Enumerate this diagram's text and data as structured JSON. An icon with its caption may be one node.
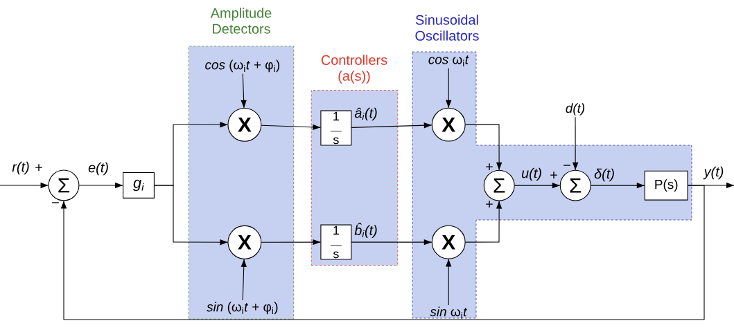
{
  "diagram": {
    "nodes": [
      {
        "text": [
          "Amplitude Detectors"
        ]
      },
      {
        "text": [
          "Controllers (a(s))"
        ]
      },
      {
        "text": [
          "Sinusoidal Oscillators"
        ]
      },
      {
        "text": [
          "Σ"
        ]
      },
      {
        "text": [
          "g$_{i}$"
        ]
      },
      {
        "text": [
          "X"
        ],
        "in": 0
      },
      {
        "text": [
          "X"
        ],
        "in": 0
      },
      {
        "text": [
          "*cos* (ω$_{i}$*t* + φ$_{i}$)"
        ],
        "in": 0
      },
      {
        "text": [
          "*sin* (ω$_{i}$*t* + φ$_{i}$)"
        ],
        "in": 0
      },
      {
        "text": [
          "1",
          "s"
        ],
        "in": 1
      },
      {
        "text": [
          "1",
          "s"
        ],
        "in": 1
      },
      {
        "text": [
          "X"
        ],
        "in": 2
      },
      {
        "text": [
          "X"
        ],
        "in": 2
      },
      {
        "text": [
          "*cos* ω$_{i}$*t*"
        ],
        "in": 2
      },
      {
        "text": [
          "*sin* ω$_{i}$*t*"
        ],
        "in": 2
      },
      {
        "text": [
          "Σ"
        ],
        "in": 2
      },
      {
        "text": [
          "Σ"
        ],
        "in": 2
      },
      {
        "text": [
          "P(s)"
        ],
        "in": 2
      },
      {
        "text": [
          "d(t)"
        ]
      }
    ],
    "edges": [
      {
        "from": null,
        "to": 3,
        "arrow": "to",
        "label": "r(t)"
      },
      {
        "from": 3,
        "to": 4,
        "arrow": "to",
        "label": "e(t)"
      },
      {
        "from": 4,
        "to": 5,
        "arrow": "to"
      },
      {
        "from": 4,
        "to": 6,
        "arrow": "to"
      },
      {
        "from": 7,
        "to": 5,
        "arrow": "to"
      },
      {
        "from": 8,
        "to": 6,
        "arrow": "to"
      },
      {
        "from": 5,
        "to": 9,
        "arrow": "to"
      },
      {
        "from": 6,
        "to": 10,
        "arrow": "to"
      },
      {
        "from": 9,
        "to": 11,
        "arrow": "to",
        "label": "â$_{i}$(t)"
      },
      {
        "from": 10,
        "to": 12,
        "arrow": "to",
        "label": "b̂$_{i}$(t)"
      },
      {
        "from": 13,
        "to": 11,
        "arrow": "to"
      },
      {
        "from": 14,
        "to": 12,
        "arrow": "to"
      },
      {
        "from": 11,
        "to": 15,
        "arrow": "to"
      },
      {
        "from": 12,
        "to": 15,
        "arrow": "to"
      },
      {
        "from": 15,
        "to": 16,
        "arrow": "to",
        "label": "u(t)"
      },
      {
        "from": 18,
        "to": 16,
        "arrow": "to"
      },
      {
        "from": 16,
        "to": 17,
        "arrow": "to",
        "label": "δ(t)"
      },
      {
        "from": 17,
        "to": null,
        "arrow": "to",
        "label": "y(t)"
      },
      {
        "from": 17,
        "to": 3,
        "arrow": "to"
      }
    ],
    "labels": [
      "+",
      "−",
      "+",
      "+",
      "+",
      "−"
    ]
  }
}
